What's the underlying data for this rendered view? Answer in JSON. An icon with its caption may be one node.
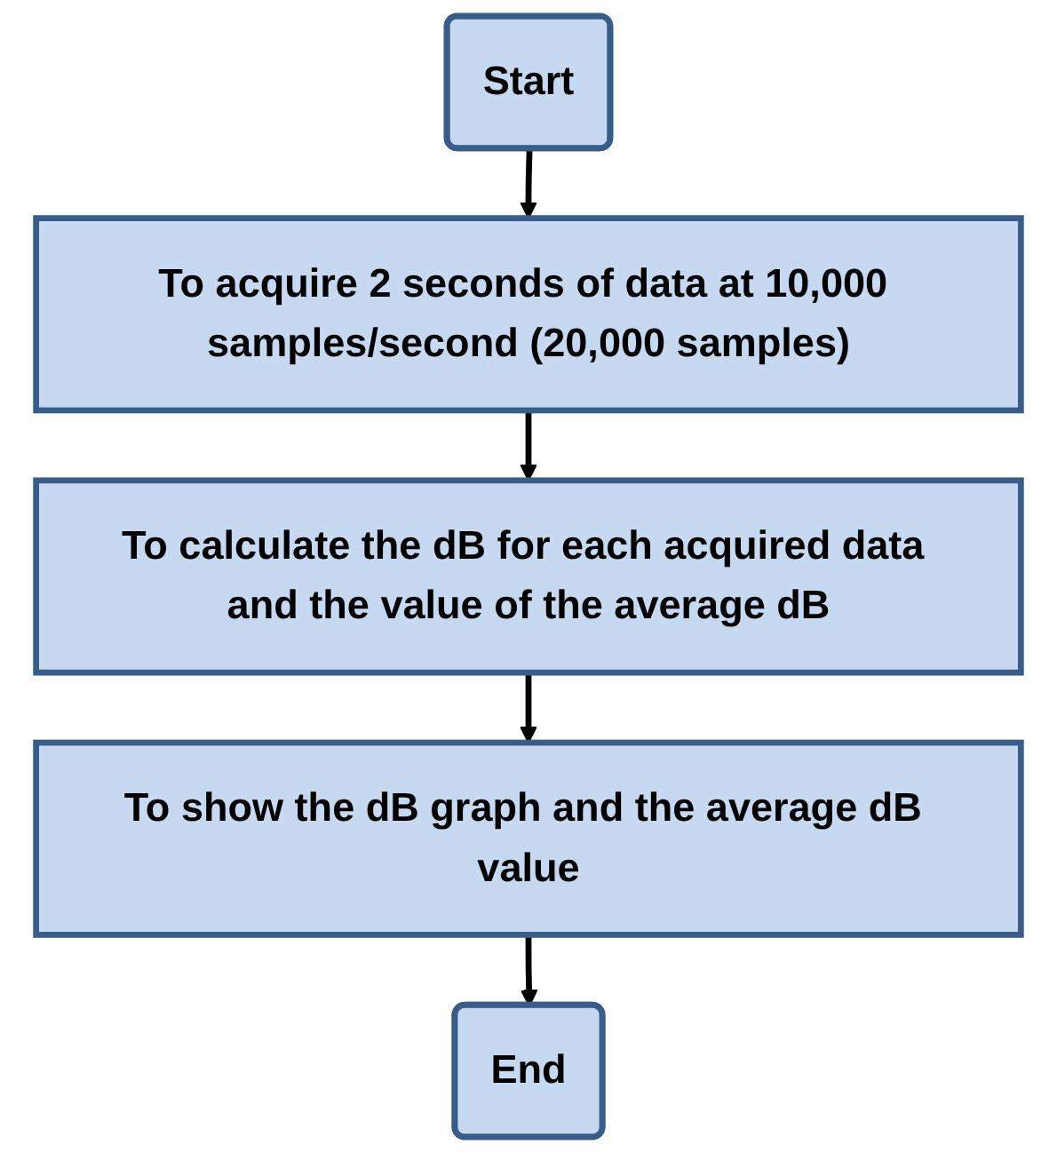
{
  "diagram": {
    "nodes": [
      {
        "text": [
          "Start"
        ]
      },
      {
        "text": [
          "To acquire 2 seconds of data at 10,000 samples/second (20,000 samples)"
        ]
      },
      {
        "text": [
          "To calculate the dB for each acquired data and the value of the average dB"
        ]
      },
      {
        "text": [
          "To show the dB graph and the average dB value"
        ]
      },
      {
        "text": [
          "End"
        ]
      }
    ],
    "edges": [
      {
        "from": 0,
        "to": 1,
        "arrow": "to"
      },
      {
        "from": 1,
        "to": 2,
        "arrow": "to"
      },
      {
        "from": 2,
        "to": 3,
        "arrow": "to"
      },
      {
        "from": 3,
        "to": 4,
        "arrow": "to"
      }
    ]
  }
}
